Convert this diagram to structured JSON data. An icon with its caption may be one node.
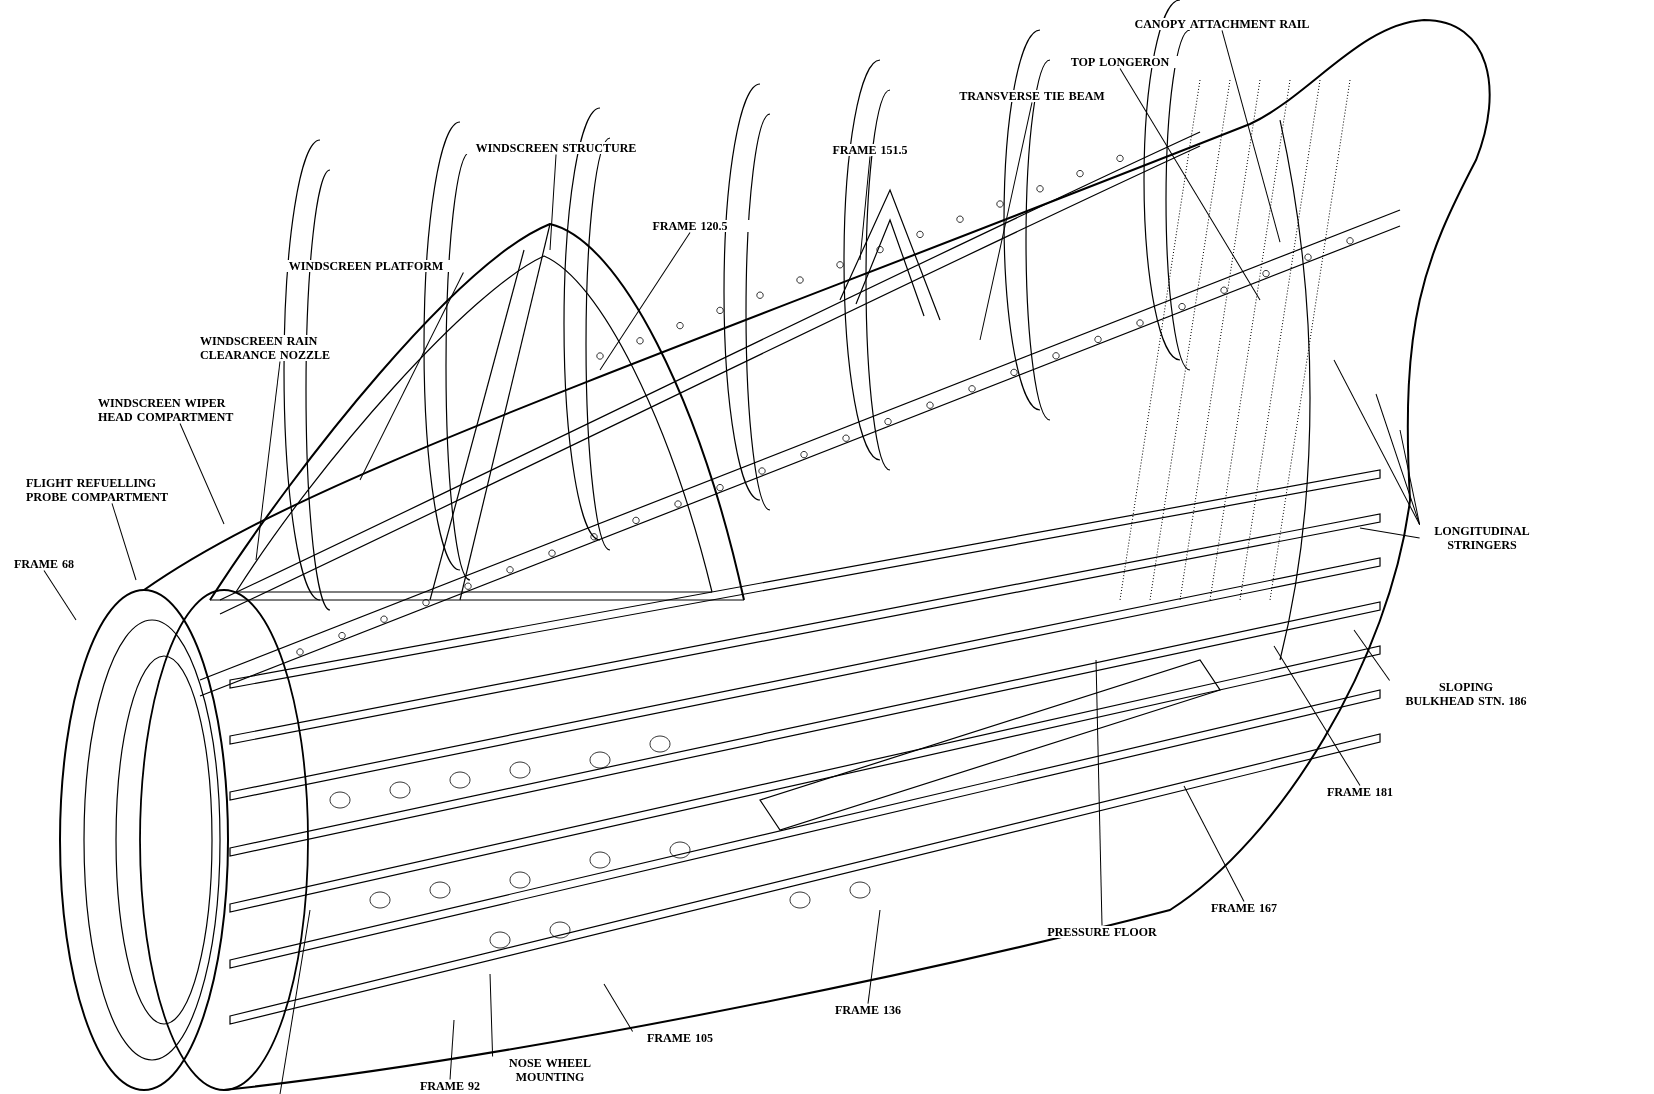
{
  "diagram": {
    "nodes": [
      {
        "text": [
          "WINDSCREEN STRUCTURE"
        ]
      },
      {
        "text": [
          "FRAME 120.5"
        ]
      },
      {
        "text": [
          "WINDSCREEN PLATFORM"
        ]
      },
      {
        "text": [
          "WINDSCREEN RAIN CLEARANCE NOZZLE"
        ]
      },
      {
        "text": [
          "WINDSCREEN WIPER HEAD COMPARTMENT"
        ]
      },
      {
        "text": [
          "FLIGHT REFUELLING PROBE COMPARTMENT"
        ]
      },
      {
        "text": [
          "FRAME 68"
        ]
      },
      {
        "text": [
          "FRAME 151.5"
        ]
      },
      {
        "text": [
          "TRANSVERSE TIE BEAM"
        ]
      },
      {
        "text": [
          "TOP LONGERON"
        ]
      },
      {
        "text": [
          "CANOPY ATTACHMENT RAIL"
        ]
      },
      {
        "text": [
          "LONGITUDINAL STRINGERS"
        ]
      },
      {
        "text": [
          "SLOPING BULKHEAD STN. 186"
        ]
      },
      {
        "text": [
          "FRAME 181"
        ]
      },
      {
        "text": [
          "FRAME 167"
        ]
      },
      {
        "text": [
          "PRESSURE FLOOR"
        ]
      },
      {
        "text": [
          "FRAME 136"
        ]
      },
      {
        "text": [
          "FRAME 105"
        ]
      },
      {
        "text": [
          "NOSE WHEEL MOUNTING"
        ]
      },
      {
        "text": [
          "FRAME 92"
        ]
      }
    ],
    "edges": [
      {
        "from": 0,
        "to": null,
        "arrow": "none"
      },
      {
        "from": 1,
        "to": null,
        "arrow": "none"
      },
      {
        "from": 2,
        "to": null,
        "arrow": "none"
      },
      {
        "from": 3,
        "to": null,
        "arrow": "none"
      },
      {
        "from": 4,
        "to": null,
        "arrow": "none"
      },
      {
        "from": 5,
        "to": null,
        "arrow": "none"
      },
      {
        "from": 6,
        "to": null,
        "arrow": "none"
      },
      {
        "from": 7,
        "to": null,
        "arrow": "none"
      },
      {
        "from": 8,
        "to": null,
        "arrow": "none"
      },
      {
        "from": 9,
        "to": null,
        "arrow": "none"
      },
      {
        "from": 10,
        "to": null,
        "arrow": "none"
      },
      {
        "from": 11,
        "to": null,
        "arrow": "none"
      },
      {
        "from": 11,
        "to": null,
        "arrow": "none"
      },
      {
        "from": 11,
        "to": null,
        "arrow": "none"
      },
      {
        "from": 11,
        "to": null,
        "arrow": "none"
      },
      {
        "from": 12,
        "to": null,
        "arrow": "none"
      },
      {
        "from": 13,
        "to": null,
        "arrow": "none"
      },
      {
        "from": 14,
        "to": null,
        "arrow": "none"
      },
      {
        "from": 15,
        "to": null,
        "arrow": "none"
      },
      {
        "from": 16,
        "to": null,
        "arrow": "none"
      },
      {
        "from": 17,
        "to": null,
        "arrow": "none"
      },
      {
        "from": 18,
        "to": null,
        "arrow": "none"
      },
      {
        "from": 19,
        "to": null,
        "arrow": "none"
      }
    ]
  }
}
